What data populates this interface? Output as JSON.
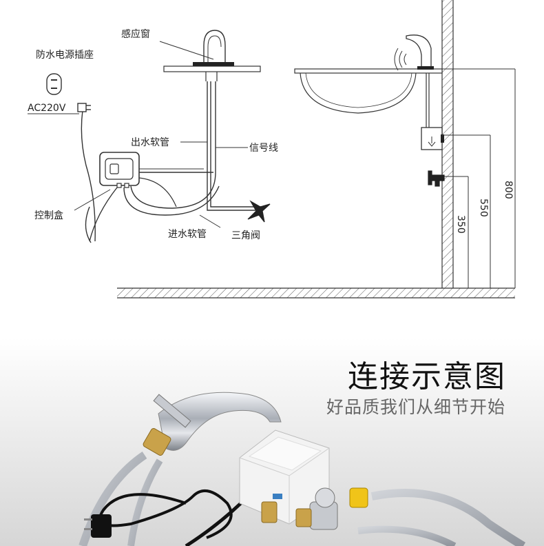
{
  "diagram": {
    "labels": {
      "sensor_window": "感应窗",
      "waterproof_socket": "防水电源插座",
      "voltage": "AC220V",
      "outlet_hose": "出水软管",
      "signal_wire": "信号线",
      "control_box": "控制盒",
      "inlet_hose": "进水软管",
      "angle_valve": "三角阀"
    },
    "dimensions": {
      "d800": "800",
      "d550": "550",
      "d350": "350"
    }
  },
  "photo": {
    "title": "连接示意图",
    "subtitle": "好品质我们从细节开始"
  },
  "colors": {
    "line": "#333333",
    "photo_bg_top": "#ffffff",
    "photo_bg_bottom": "#dcdcdc",
    "chrome": "#b8bcc4",
    "brass": "#c9a24a",
    "valve_yellow": "#f0c419"
  }
}
